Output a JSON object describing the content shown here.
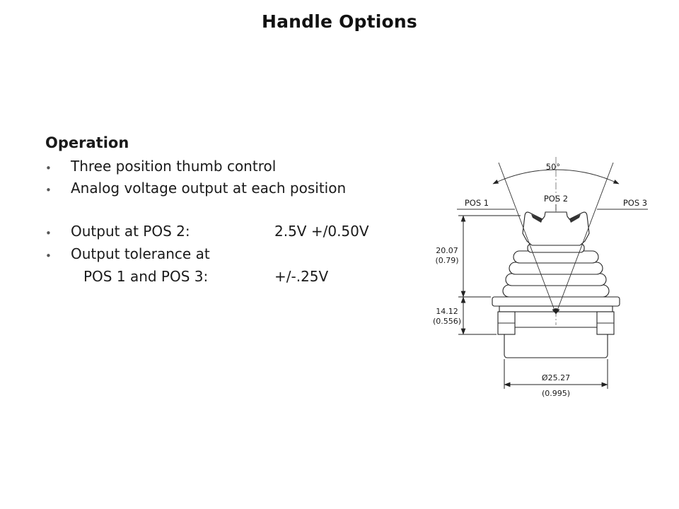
{
  "title": "Handle Options",
  "operation": {
    "heading": "Operation",
    "bullet_char": "•",
    "bullets": [
      "Three position thumb control",
      "Analog voltage output at each position"
    ],
    "specs": [
      {
        "bullet": "•",
        "label": "Output at POS 2:",
        "value": "2.5V +/0.50V"
      },
      {
        "bullet": "•",
        "label": "Output tolerance at",
        "value": ""
      },
      {
        "bullet": "",
        "label": "POS 1 and POS 3:",
        "value": "+/-.25V"
      }
    ]
  },
  "diagram": {
    "angle": "50°",
    "positions": [
      "POS 1",
      "POS 2",
      "POS 3"
    ],
    "dims": {
      "height_upper": [
        "20.07",
        "(0.79)"
      ],
      "height_lower": [
        "14.12",
        "(0.556)"
      ],
      "diameter": [
        "Ø25.27",
        "(0.995)"
      ]
    }
  }
}
